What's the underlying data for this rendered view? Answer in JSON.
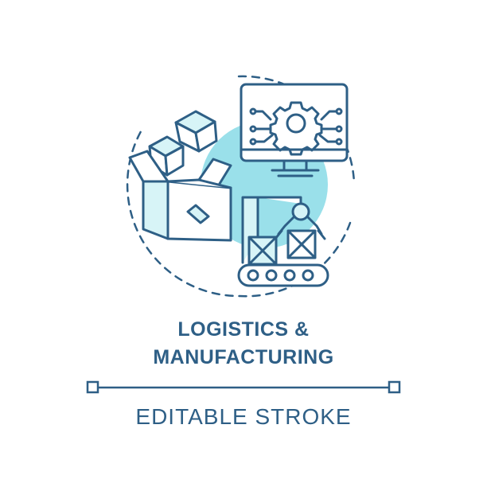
{
  "title": {
    "line1": "LOGISTICS &",
    "line2": "MANUFACTURING"
  },
  "subtitle": "EDITABLE STROKE",
  "icons": [
    "open-box-icon",
    "cube-icon",
    "monitor-gear-icon",
    "robotic-arm-icon",
    "conveyor-belt-icon",
    "crate-icon"
  ],
  "colors": {
    "stroke": "#2e5f86",
    "fill": "#8fdde8",
    "light_fill": "#d7f4f7",
    "text": "#2e5f86"
  }
}
